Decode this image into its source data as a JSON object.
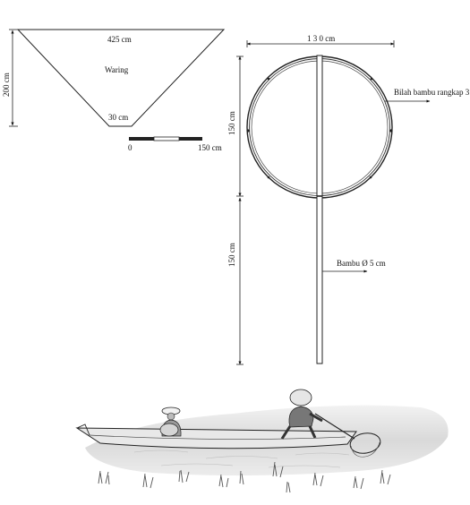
{
  "net_profile": {
    "top_width": "425 cm",
    "height": "200 cm",
    "bottom_width": "30 cm",
    "material": "Waring"
  },
  "scale_bar": {
    "start": "0",
    "end": "150 cm"
  },
  "scoop_net": {
    "width": "1 3 0  cm",
    "hoop_height": "150 cm",
    "handle_length": "150 cm",
    "hoop_label": "Bilah bambu rangkap 3",
    "handle_label": "Bambu Ø 5  cm"
  }
}
